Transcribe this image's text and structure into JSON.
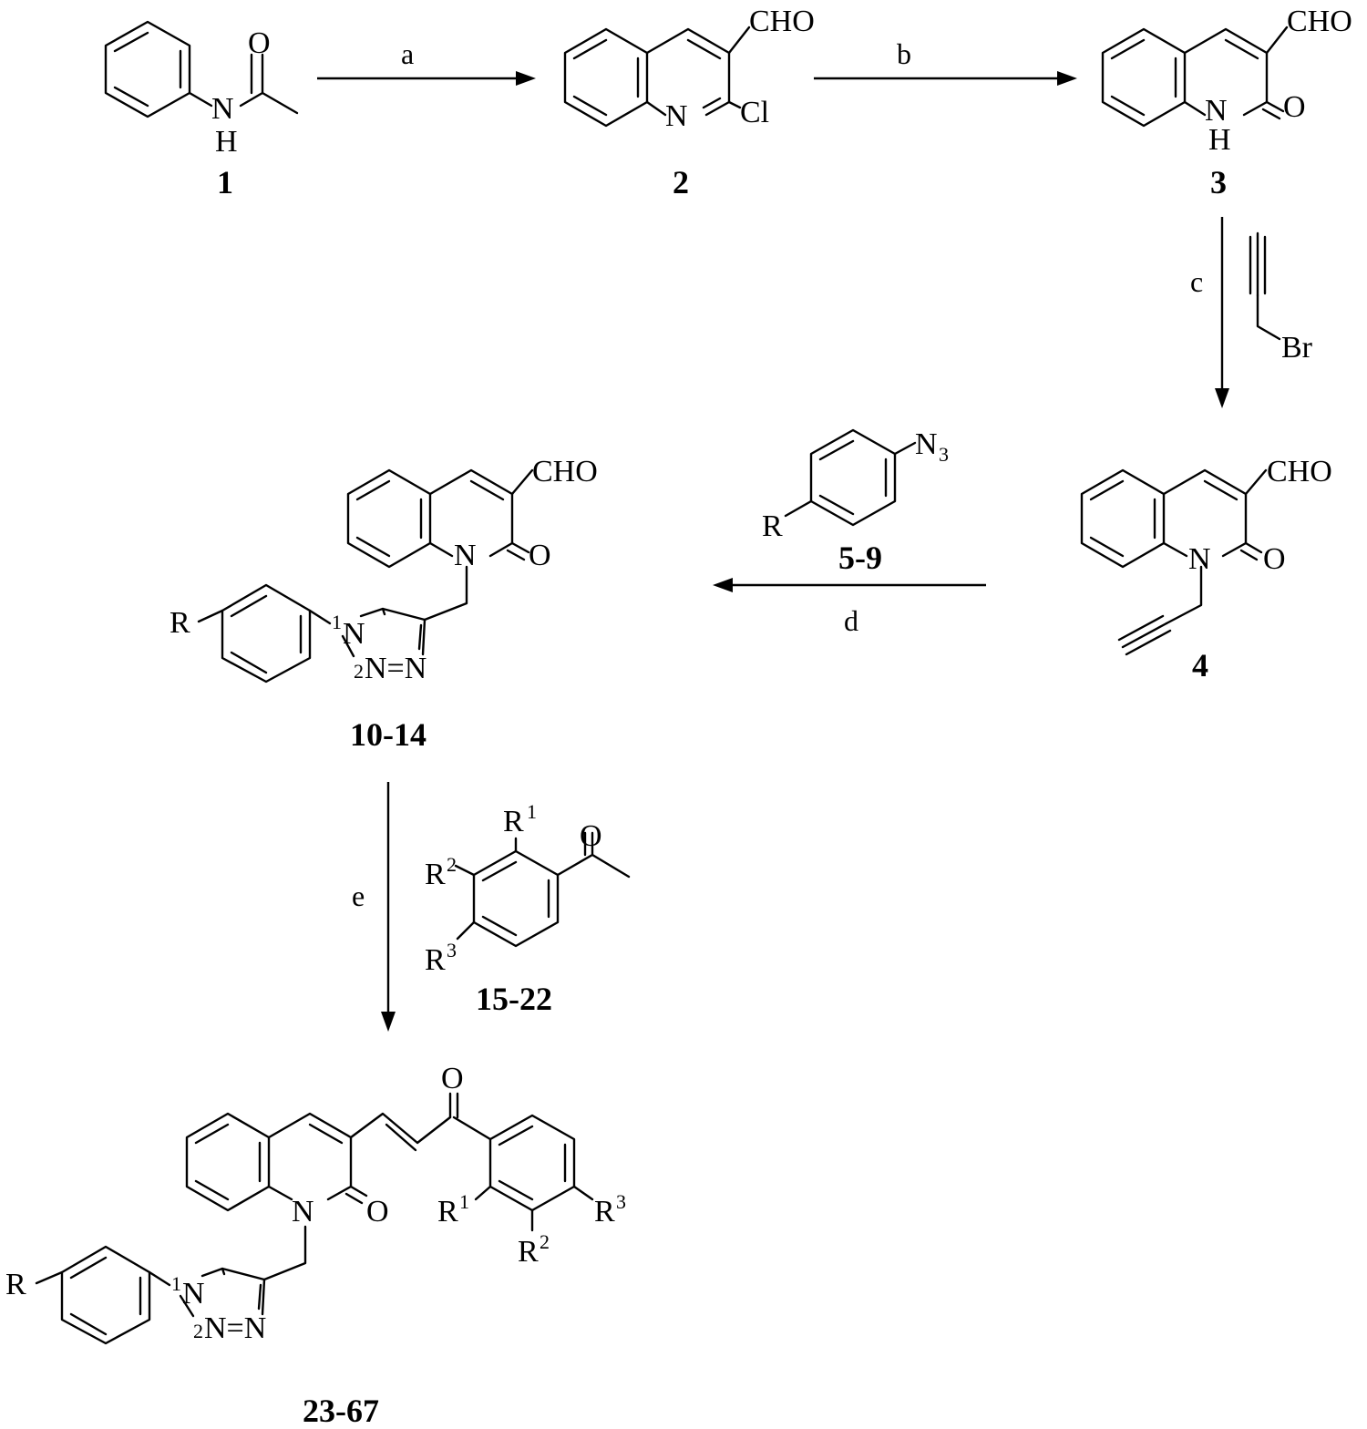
{
  "scheme": {
    "compounds": {
      "c1": "1",
      "c2": "2",
      "c3": "3",
      "c4": "4",
      "c5_9": "5-9",
      "c10_14": "10-14",
      "c15_22": "15-22",
      "c23_67": "23-67"
    },
    "conditions": {
      "a": "a",
      "b": "b",
      "c": "c",
      "d": "d",
      "e": "e"
    },
    "atoms": {
      "O": "O",
      "N": "N",
      "H": "H",
      "Cl": "Cl",
      "CHO": "CHO",
      "Br": "Br",
      "R": "R",
      "N3_N": "N",
      "N3_sub": "3",
      "R1": "R",
      "R1_sup": "1",
      "R2": "R",
      "R2_sup": "2",
      "R3": "R",
      "R3_sup": "3",
      "tz_N1": "1",
      "tz_N": "N",
      "tz_N2": "2",
      "tz_N3": "N=N"
    }
  }
}
